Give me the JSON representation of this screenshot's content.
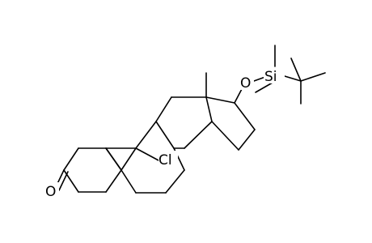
{
  "molecule": {
    "atoms": [
      {
        "id": "O1",
        "label": "O"
      },
      {
        "id": "Cl1",
        "label": "Cl"
      },
      {
        "id": "O2",
        "label": "O"
      },
      {
        "id": "Si1",
        "label": "Si"
      }
    ],
    "colors": {
      "bond": "#000000",
      "label": "#000000",
      "background": "#ffffff"
    }
  }
}
